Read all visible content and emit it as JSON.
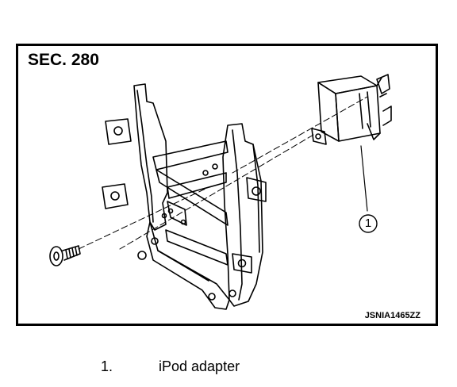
{
  "figure": {
    "section_label": "SEC. 280",
    "figure_code": "JSNIA1465ZZ",
    "callout_number": "1"
  },
  "legend": [
    {
      "number": "1.",
      "label": "iPod adapter"
    }
  ]
}
